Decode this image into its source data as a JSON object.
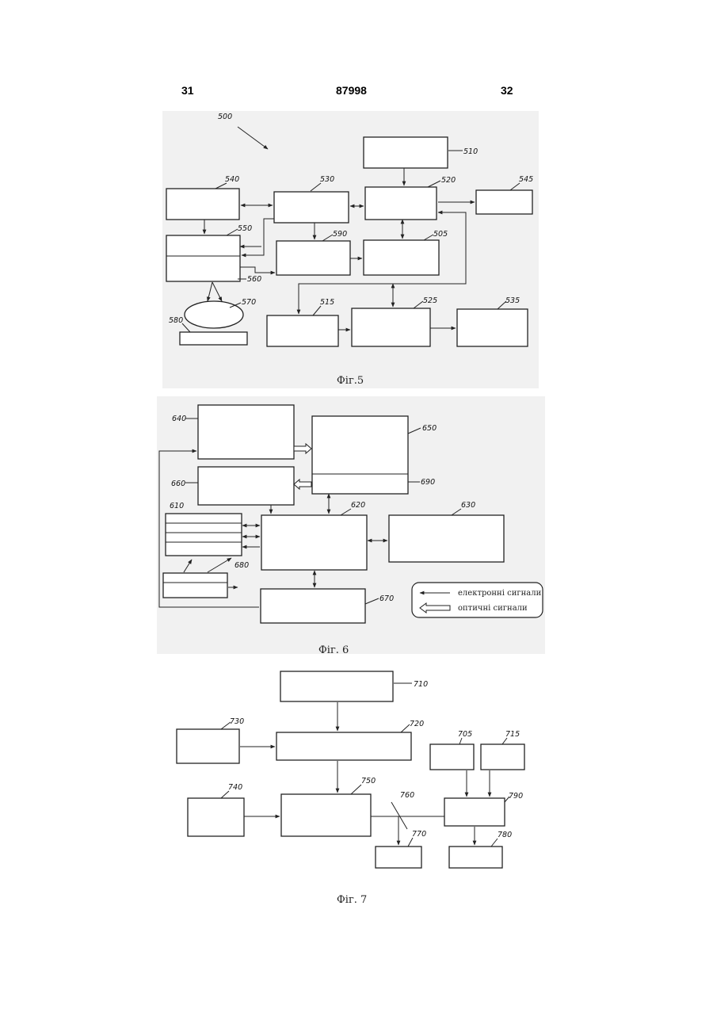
{
  "header": {
    "left_page": "31",
    "center_number": "87998",
    "right_page": "32"
  },
  "fig5": {
    "caption": "Фіг.5",
    "labels": [
      "500",
      "510",
      "520",
      "530",
      "540",
      "545",
      "550",
      "560",
      "570",
      "580",
      "590",
      "505",
      "515",
      "525",
      "535"
    ]
  },
  "fig6": {
    "caption": "Фіг. 6",
    "labels": [
      "640",
      "650",
      "660",
      "690",
      "610",
      "620",
      "630",
      "680",
      "670"
    ],
    "legend": {
      "electronic": "електронні сигнали",
      "optical": "оптичні сигнали"
    }
  },
  "fig7": {
    "caption": "Фіг. 7",
    "labels": [
      "710",
      "720",
      "730",
      "705",
      "715",
      "740",
      "750",
      "760",
      "790",
      "770",
      "780"
    ]
  }
}
